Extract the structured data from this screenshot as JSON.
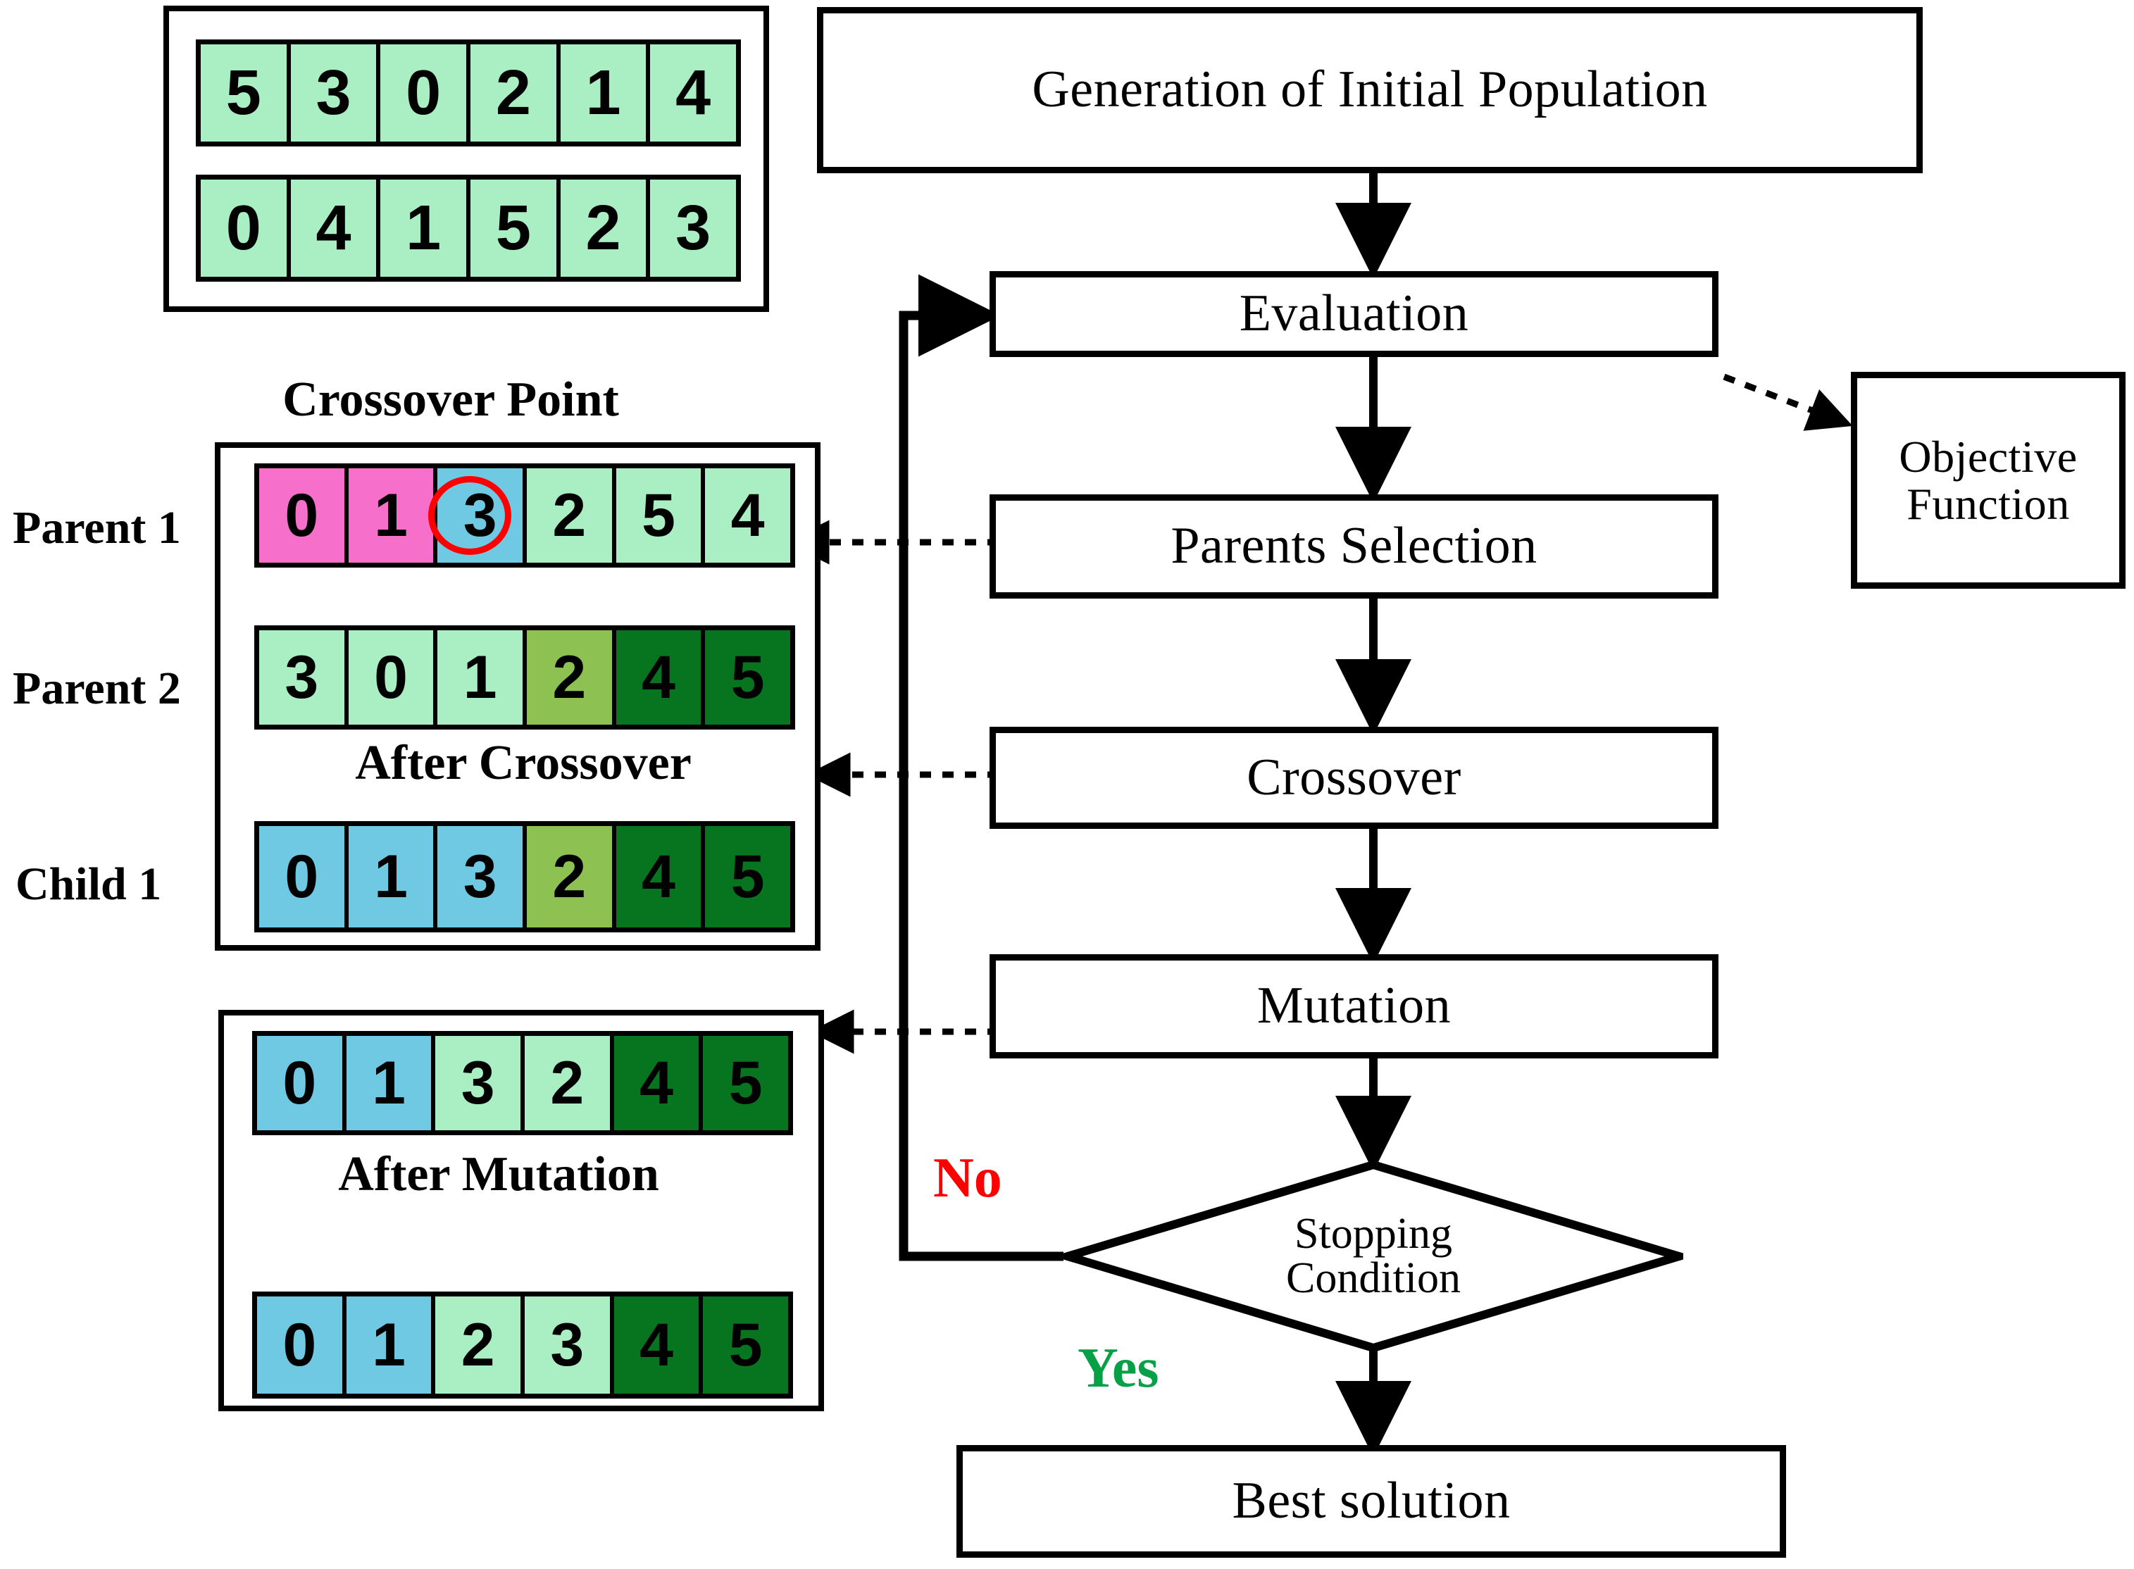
{
  "diagram": {
    "title": "Genetic Algorithm Flowchart",
    "colors": {
      "pink": "#F56FCB",
      "light_green": "#A9EFC3",
      "sky_blue": "#6FC9E2",
      "olive_green": "#8DC152",
      "dark_green": "#07741F",
      "red": "#FF0000",
      "green_text": "#06A046",
      "black": "#000000",
      "white": "#FFFFFF"
    },
    "flow_nodes": [
      {
        "id": "generation",
        "label": "Generation of Initial Population",
        "shape": "rect"
      },
      {
        "id": "evaluation",
        "label": "Evaluation",
        "shape": "rect"
      },
      {
        "id": "objective",
        "label_line1": "Objective",
        "label_line2": "Function",
        "shape": "rect"
      },
      {
        "id": "parents_selection",
        "label": "Parents Selection",
        "shape": "rect"
      },
      {
        "id": "crossover",
        "label": "Crossover",
        "shape": "rect"
      },
      {
        "id": "mutation",
        "label": "Mutation",
        "shape": "rect"
      },
      {
        "id": "stopping",
        "label_line1": "Stopping",
        "label_line2": "Condition",
        "shape": "diamond"
      },
      {
        "id": "best_solution",
        "label": "Best solution",
        "shape": "rect"
      }
    ],
    "branch_labels": {
      "no": "No",
      "yes": "Yes"
    },
    "captions": {
      "crossover_point": "Crossover Point",
      "after_crossover": "After Crossover",
      "after_mutation": "After Mutation"
    },
    "row_labels": {
      "parent1": "Parent 1",
      "parent2": "Parent 2",
      "child1": "Child 1"
    },
    "population": {
      "rows": [
        {
          "id": "individual-1",
          "values": [
            "5",
            "3",
            "0",
            "2",
            "1",
            "4"
          ],
          "colors": [
            "#A9EFC3",
            "#A9EFC3",
            "#A9EFC3",
            "#A9EFC3",
            "#A9EFC3",
            "#A9EFC3"
          ]
        },
        {
          "id": "individual-2",
          "values": [
            "0",
            "4",
            "1",
            "5",
            "2",
            "3"
          ],
          "colors": [
            "#A9EFC3",
            "#A9EFC3",
            "#A9EFC3",
            "#A9EFC3",
            "#A9EFC3",
            "#A9EFC3"
          ]
        }
      ]
    },
    "crossover_panel": {
      "parent1": {
        "values": [
          "0",
          "1",
          "3",
          "2",
          "5",
          "4"
        ],
        "colors": [
          "#F56FCB",
          "#F56FCB",
          "#6FC9E2",
          "#A9EFC3",
          "#A9EFC3",
          "#A9EFC3"
        ],
        "highlight_index": 2,
        "highlight_color": "#FF0000"
      },
      "parent2": {
        "values": [
          "3",
          "0",
          "1",
          "2",
          "4",
          "5"
        ],
        "colors": [
          "#A9EFC3",
          "#A9EFC3",
          "#A9EFC3",
          "#8DC152",
          "#07741F",
          "#07741F"
        ]
      },
      "child1": {
        "values": [
          "0",
          "1",
          "3",
          "2",
          "4",
          "5"
        ],
        "colors": [
          "#6FC9E2",
          "#6FC9E2",
          "#6FC9E2",
          "#8DC152",
          "#07741F",
          "#07741F"
        ]
      }
    },
    "mutation_panel": {
      "before": {
        "values": [
          "0",
          "1",
          "3",
          "2",
          "4",
          "5"
        ],
        "colors": [
          "#6FC9E2",
          "#6FC9E2",
          "#A9EFC3",
          "#A9EFC3",
          "#07741F",
          "#07741F"
        ]
      },
      "after": {
        "values": [
          "0",
          "1",
          "2",
          "3",
          "4",
          "5"
        ],
        "colors": [
          "#6FC9E2",
          "#6FC9E2",
          "#A9EFC3",
          "#A9EFC3",
          "#07741F",
          "#07741F"
        ]
      },
      "swap_indices": [
        2,
        3
      ]
    }
  }
}
